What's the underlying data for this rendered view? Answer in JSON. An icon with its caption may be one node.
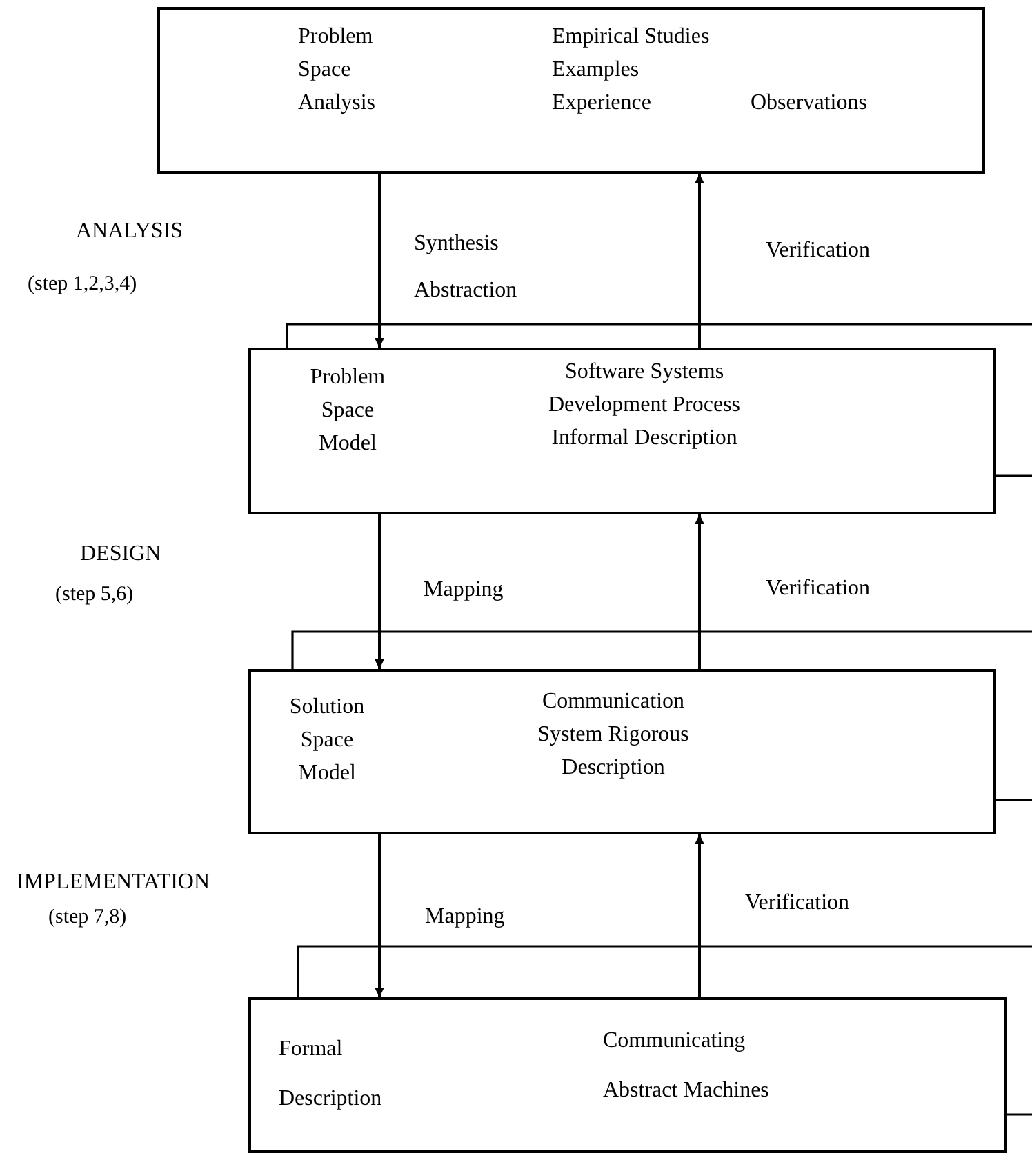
{
  "diagram": {
    "nodes": [
      {
        "text": [
          "Problem Space Analysis",
          "Empirical Studies Examples Experience",
          "Observations"
        ]
      },
      {
        "text": [
          "Problem Space Model",
          "Software Systems Development Process Informal Description"
        ]
      },
      {
        "text": [
          "Solution Space Model",
          "Communication System Rigorous Description"
        ]
      },
      {
        "text": [
          "Formal Description",
          "Communicating Abstract Machines"
        ]
      }
    ],
    "edges": [
      {
        "from": 0,
        "to": 1,
        "arrow": "to",
        "label": "Synthesis Abstraction"
      },
      {
        "from": 1,
        "to": 0,
        "arrow": "to",
        "label": "Verification"
      },
      {
        "from": 1,
        "to": 2,
        "arrow": "to",
        "label": "Mapping"
      },
      {
        "from": 2,
        "to": 1,
        "arrow": "to",
        "label": "Verification"
      },
      {
        "from": 2,
        "to": 3,
        "arrow": "to",
        "label": "Mapping"
      },
      {
        "from": 3,
        "to": 2,
        "arrow": "to",
        "label": "Verification"
      },
      {
        "from": 1,
        "to": null,
        "arrow": "none"
      },
      {
        "from": 1,
        "to": null,
        "arrow": "none"
      },
      {
        "from": 2,
        "to": null,
        "arrow": "none"
      },
      {
        "from": 2,
        "to": null,
        "arrow": "none"
      },
      {
        "from": 3,
        "to": null,
        "arrow": "none"
      },
      {
        "from": 3,
        "to": null,
        "arrow": "none"
      }
    ],
    "labels": [
      "ANALYSIS",
      "(step 1,2,3,4)",
      "DESIGN",
      "(step 5,6)",
      "IMPLEMENTATION",
      "(step 7,8)"
    ]
  }
}
